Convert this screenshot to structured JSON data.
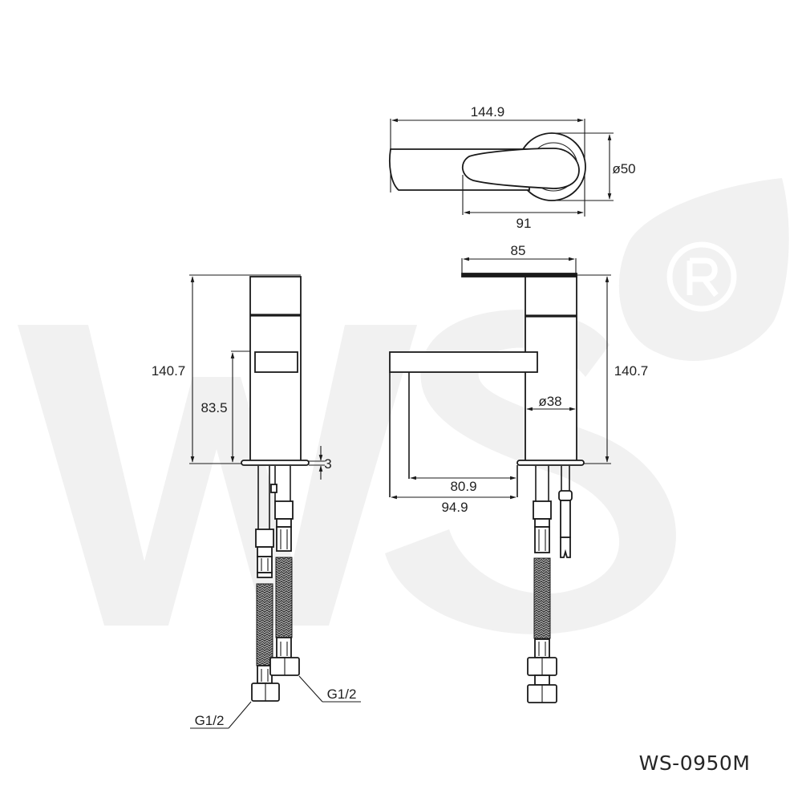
{
  "drawing": {
    "model_number": "WS-0950M",
    "watermark": {
      "letters": "WS",
      "registered_mark": "®",
      "color": "#f1f1f1"
    },
    "top_view": {
      "dimensions": {
        "overall_length": "144.9",
        "handle_length": "91",
        "base_diameter": "ø50"
      }
    },
    "side_view": {
      "dimensions": {
        "total_height": "140.7",
        "spout_height": "83.5",
        "base_thickness": "3"
      },
      "hose_labels": [
        "G1/2",
        "G1/2"
      ]
    },
    "front_view": {
      "dimensions": {
        "handle_width": "85",
        "total_height": "140.7",
        "body_diameter": "ø38",
        "spout_reach_inner": "80.9",
        "spout_reach_outer": "94.9"
      }
    },
    "colors": {
      "line": "#1a1a1a",
      "text": "#1f1f1f",
      "background": "#ffffff"
    }
  }
}
